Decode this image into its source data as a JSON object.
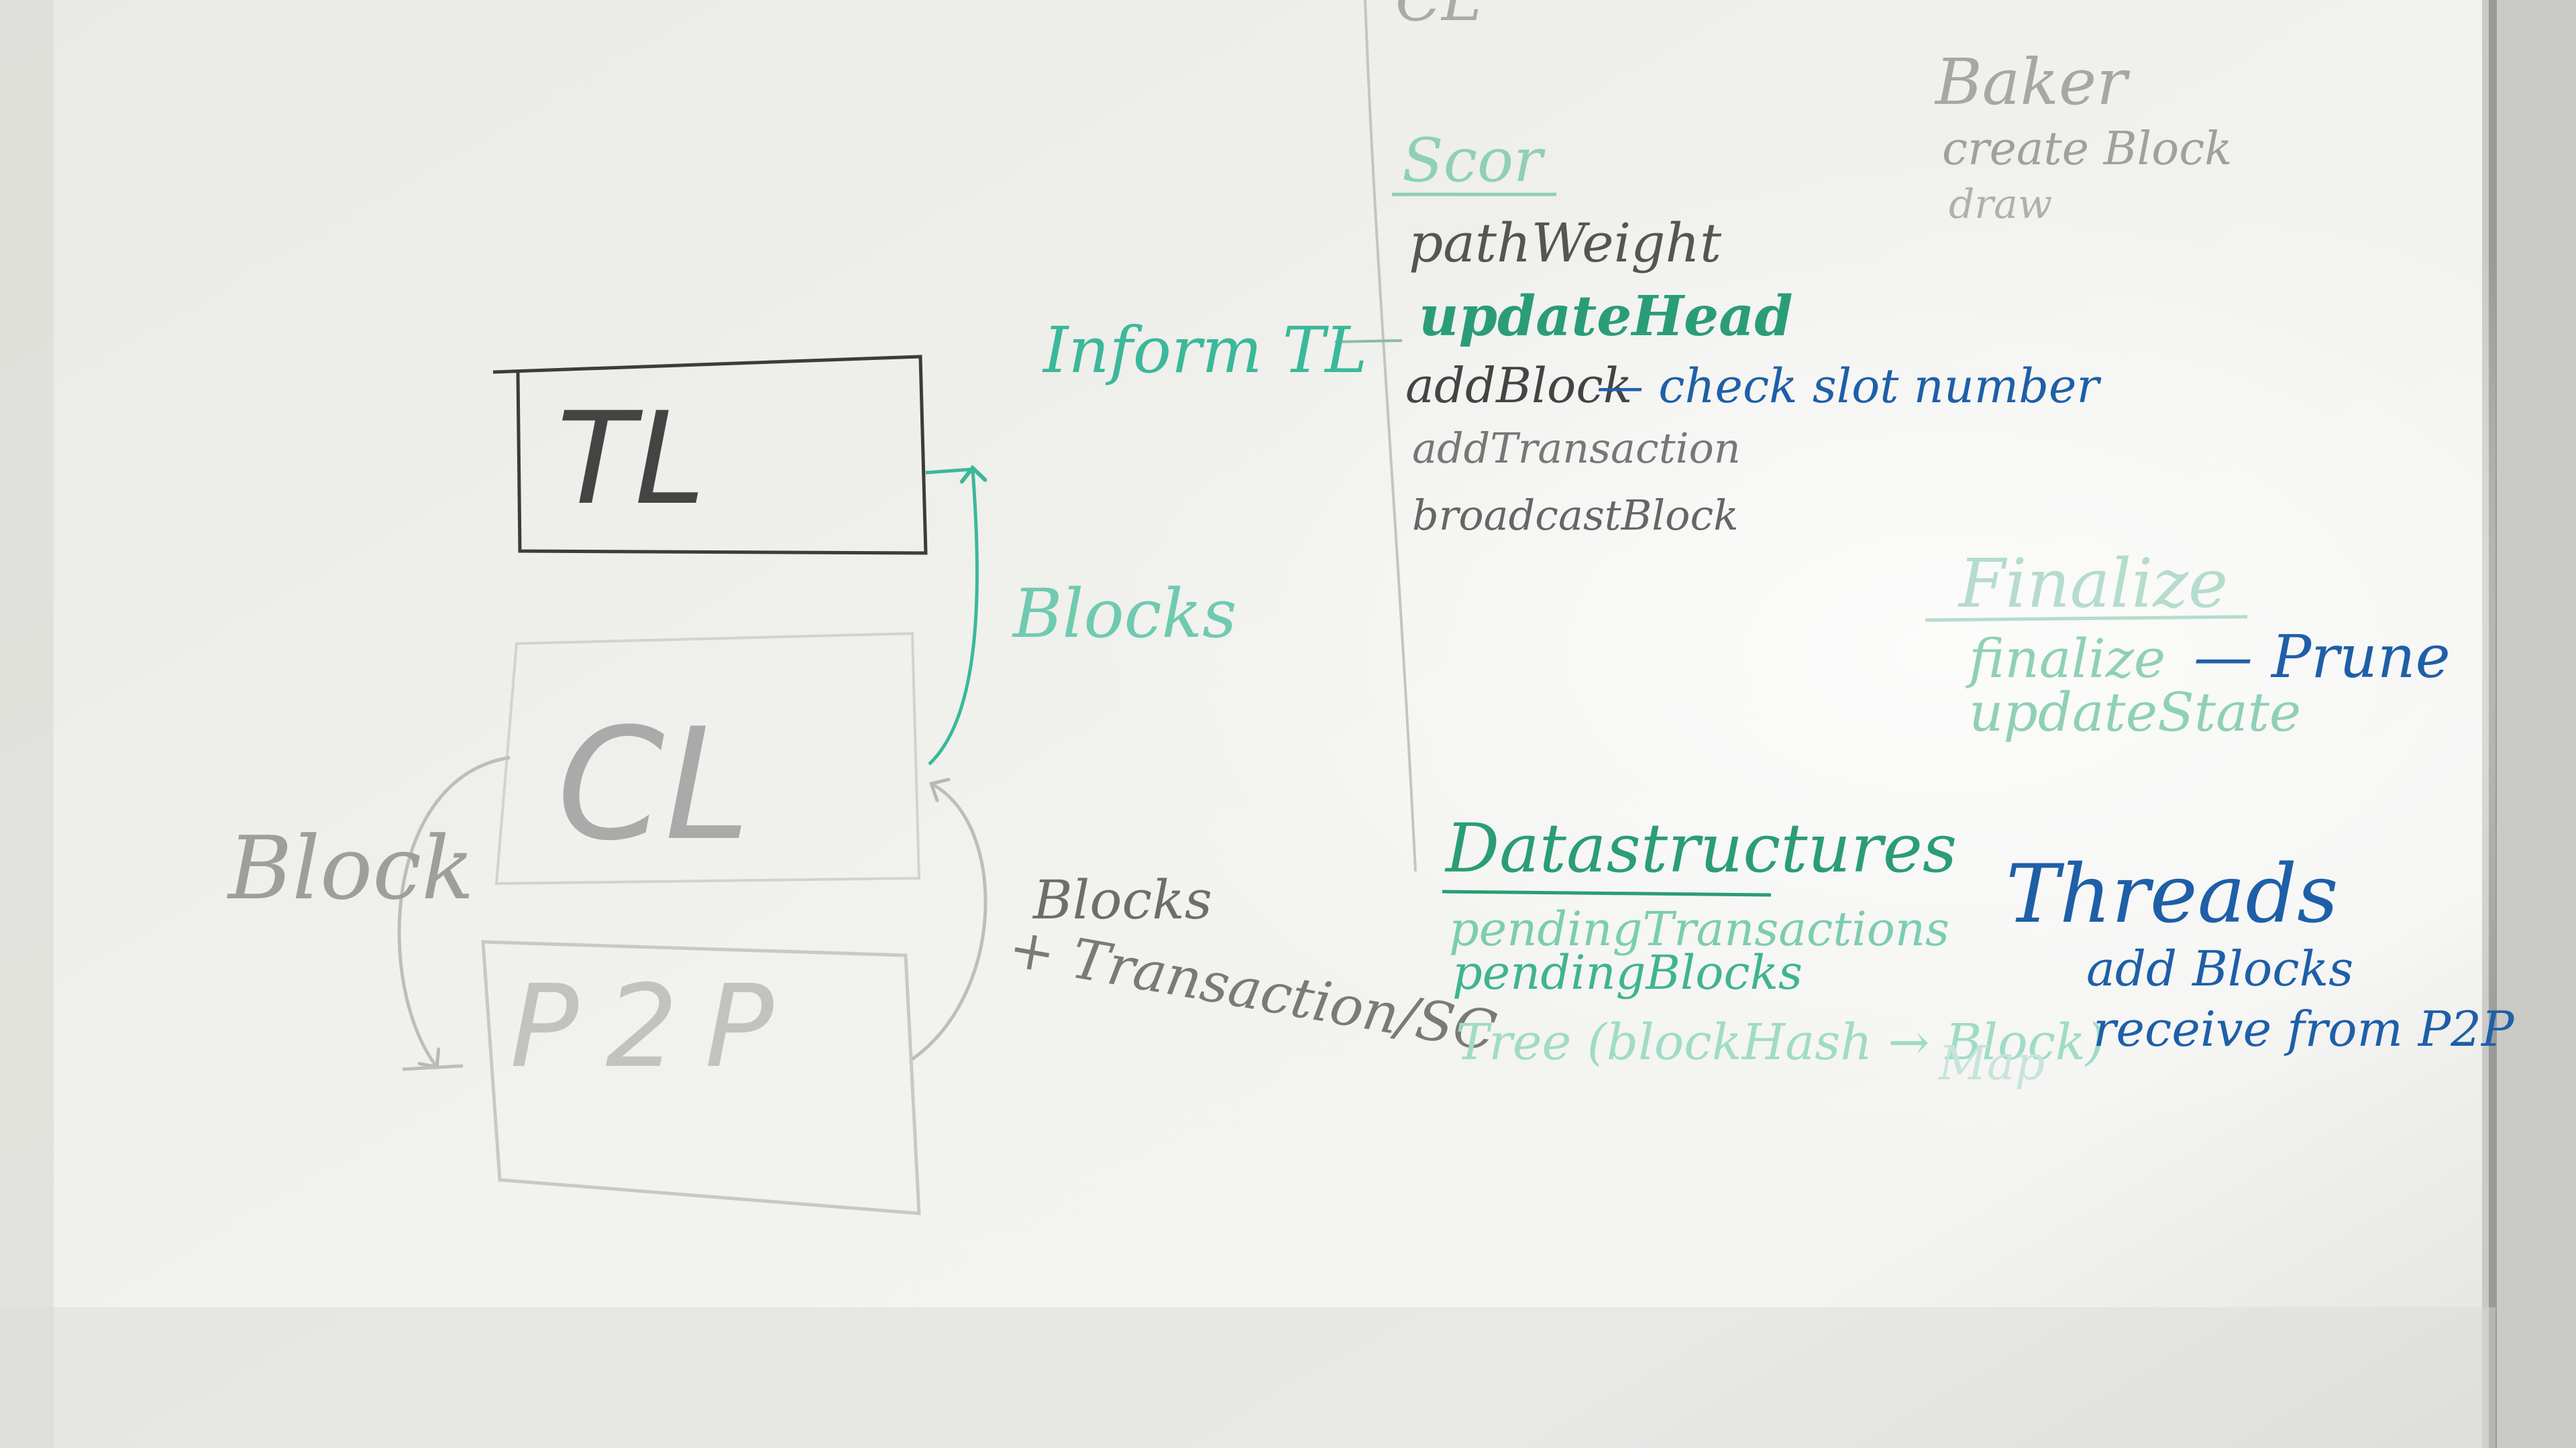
{
  "colors": {
    "board": "#eeeeea",
    "frame": "#9a9a98",
    "marker_black": "#3c3c3c",
    "marker_faded": "#b8b8b8",
    "marker_teal": "#3bb89a",
    "marker_green": "#2a9d78",
    "marker_blue": "#1e5fa8",
    "marker_lightgreen": "#8fd0b6"
  },
  "diagram": {
    "boxes": {
      "tl": "TL",
      "cl": "CL",
      "p2p": "P2P"
    },
    "arrow_labels": {
      "blocks_up": "Blocks",
      "block_left": "Block",
      "blocks_right_1": "Blocks",
      "blocks_right_2": "+ Transaction/SC"
    },
    "inform_tl": "Inform TL"
  },
  "scor": {
    "heading": "Scor",
    "items": [
      "pathWeight",
      "updateHead",
      "addBlock",
      "addTransaction",
      "broadcastBlock"
    ],
    "add_block_note": "— check slot number"
  },
  "baker": {
    "heading": "Baker",
    "items": [
      "create Block",
      "draw"
    ]
  },
  "finalize": {
    "heading": "Finalize",
    "items": [
      "finalize",
      "updateState"
    ],
    "prune": "— Prune"
  },
  "datastructures": {
    "heading": "Datastructures",
    "items": [
      "pendingTransactions",
      "pendingBlocks",
      "Tree (blockHash → Block)"
    ],
    "map": "Map"
  },
  "threads": {
    "heading": "Threads",
    "items": [
      "add Blocks",
      "receive from P2P"
    ]
  },
  "top_fragment": "CL"
}
